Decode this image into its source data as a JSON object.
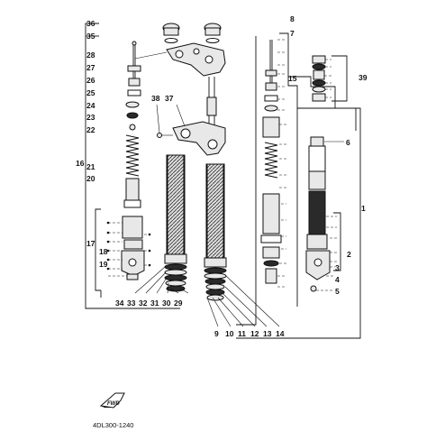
{
  "diagram": {
    "code": "4DL300-1240",
    "fwd_label": "FWD",
    "labels": {
      "l1": "1",
      "l2": "2",
      "l3": "3",
      "l4": "4",
      "l5": "5",
      "l6": "6",
      "l7": "7",
      "l8": "8",
      "l9": "9",
      "l10": "10",
      "l11": "11",
      "l12": "12",
      "l13": "13",
      "l14": "14",
      "l15": "15",
      "l16": "16",
      "l17": "17",
      "l18": "18",
      "l19": "19",
      "l20": "20",
      "l21": "21",
      "l22": "22",
      "l23": "23",
      "l24": "24",
      "l25": "25",
      "l26": "26",
      "l27": "27",
      "l28": "28",
      "l29": "29",
      "l30": "30",
      "l31": "31",
      "l32": "32",
      "l33": "33",
      "l34": "34",
      "l35": "35",
      "l36": "36",
      "l37": "37",
      "l38": "38",
      "l39": "39"
    }
  }
}
